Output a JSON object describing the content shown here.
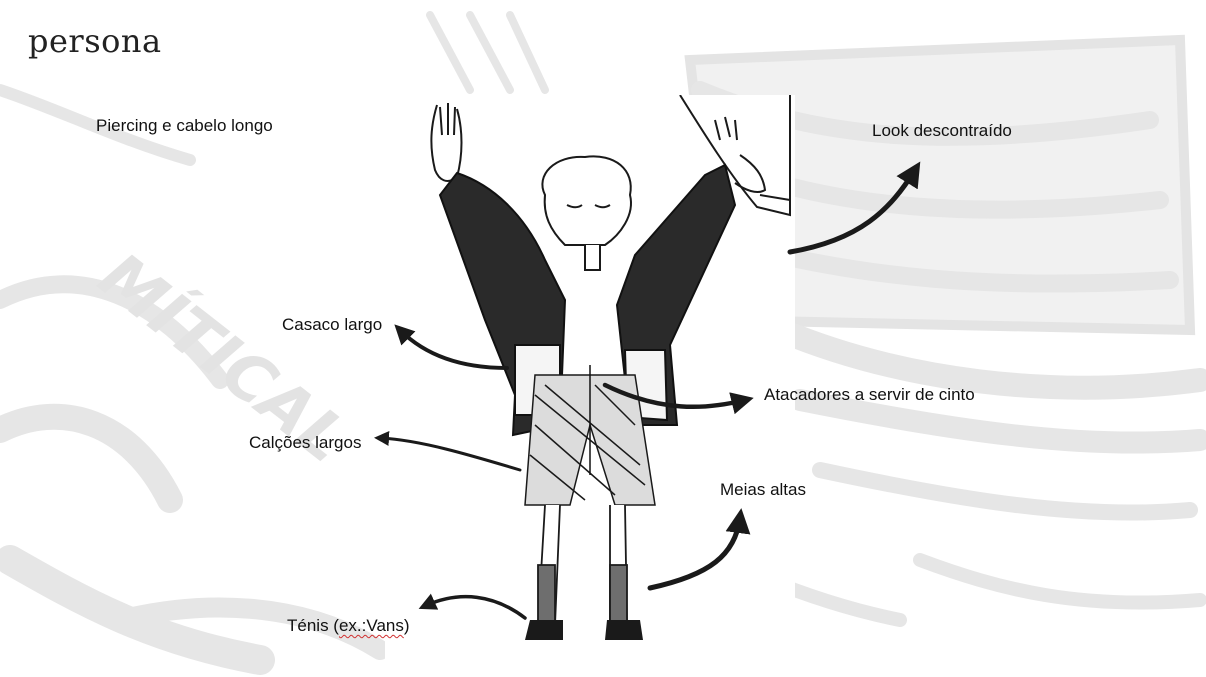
{
  "slide": {
    "title": "persona",
    "watermark_text": "MÍTICAL"
  },
  "annotations": {
    "piercing": "Piercing e cabelo longo",
    "look": "Look descontraído",
    "jacket": "Casaco largo",
    "laces": "Atacadores a servir de cinto",
    "shorts": "Calções largos",
    "socks": "Meias altas",
    "shoes_prefix": "Ténis  (",
    "shoes_example": "ex.:Vans",
    "shoes_suffix": ")"
  },
  "colors": {
    "arrow": "#1a1a1a",
    "background_sketch": "#e6e6e6",
    "spellcheck_underline": "#d03030"
  }
}
